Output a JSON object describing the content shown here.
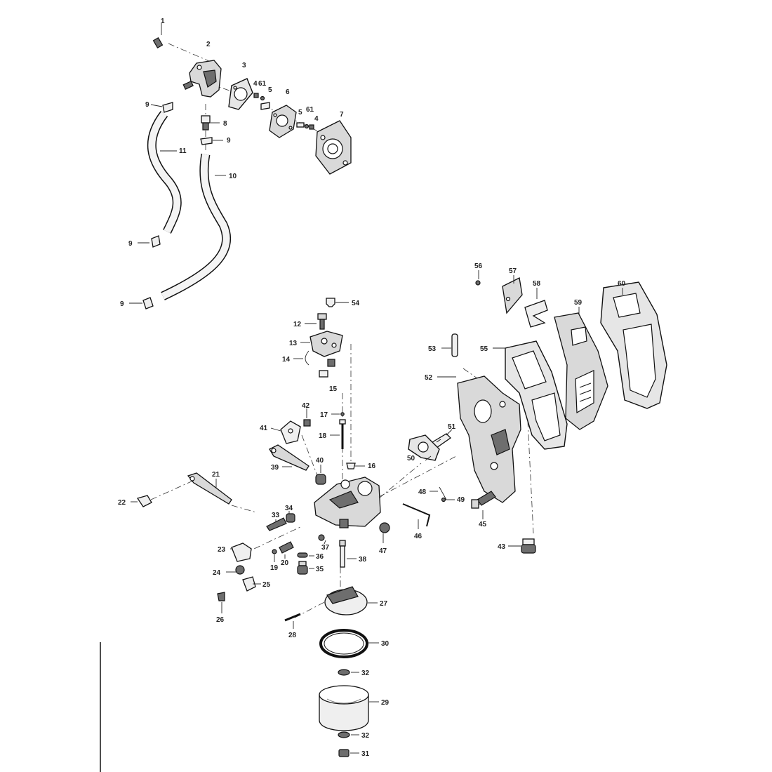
{
  "labels": [
    "1",
    "2",
    "3",
    "4",
    "61",
    "5",
    "6",
    "5",
    "61",
    "4",
    "7",
    "8",
    "9",
    "9",
    "11",
    "10",
    "9",
    "9",
    "12",
    "54",
    "13",
    "14",
    "15",
    "17",
    "18",
    "16",
    "42",
    "41",
    "39",
    "40",
    "21",
    "22",
    "33",
    "34",
    "23",
    "37",
    "36",
    "20",
    "19",
    "35",
    "38",
    "24",
    "25",
    "26",
    "27",
    "28",
    "30",
    "32",
    "29",
    "32",
    "31",
    "56",
    "57",
    "58",
    "59",
    "60",
    "53",
    "55",
    "52",
    "51",
    "50",
    "48",
    "49",
    "45",
    "46",
    "47",
    "43"
  ]
}
